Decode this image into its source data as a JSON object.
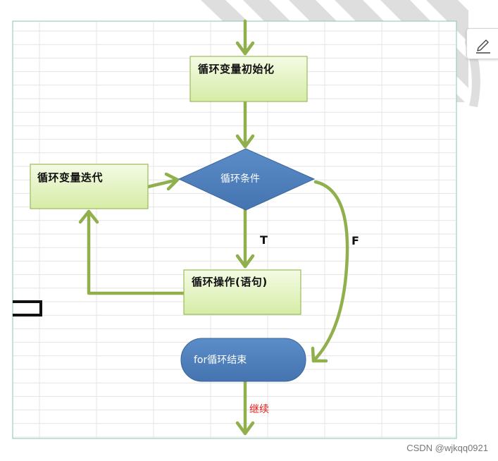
{
  "diagram": {
    "nodes": {
      "init": "循环变量初始化",
      "condition": "循环条件",
      "iterate": "循环变量迭代",
      "operation": "循环操作(语句)",
      "end": "for循环结束"
    },
    "edge_labels": {
      "true": "T",
      "false": "F",
      "continue": "继续"
    },
    "colors": {
      "arrow": "#8fb04c",
      "box_fill": "#e4f5c3",
      "box_border": "#9bbb59",
      "diamond_fill": "#4f81bd",
      "terminal_fill": "#4f81bd",
      "continue_label": "#e81818"
    }
  },
  "toolbar": {
    "edit_icon": "pencil-icon"
  },
  "watermark": "CSDN @wjkqq0921"
}
